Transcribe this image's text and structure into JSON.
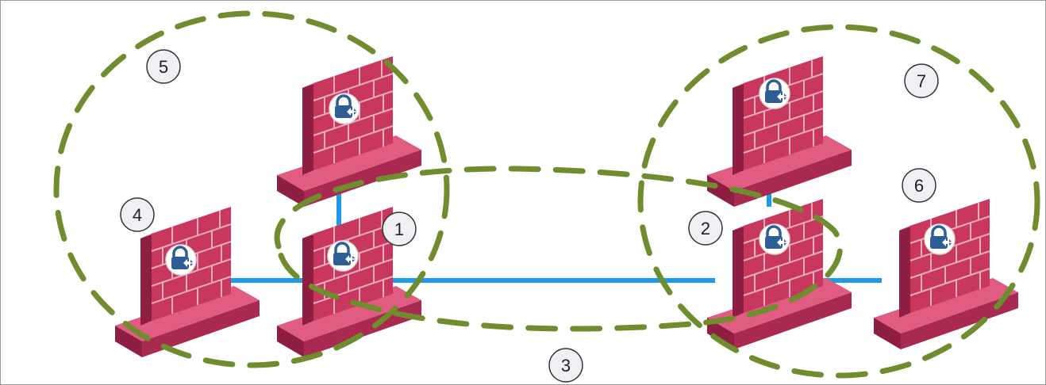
{
  "callouts": [
    {
      "id": "1",
      "label": "1"
    },
    {
      "id": "2",
      "label": "2"
    },
    {
      "id": "3",
      "label": "3"
    },
    {
      "id": "4",
      "label": "4"
    },
    {
      "id": "5",
      "label": "5"
    },
    {
      "id": "6",
      "label": "6"
    },
    {
      "id": "7",
      "label": "7"
    }
  ],
  "colors": {
    "firewall_front": "#c8385e",
    "firewall_side": "#8e1f42",
    "firewall_top": "#e05c80",
    "mortar": "#e8aabd",
    "link": "#1e9be8",
    "group_outline": "#6f8c2e",
    "lock_badge": "#2f5e96",
    "callout_fill": "#eef0f4",
    "callout_stroke": "#333333"
  },
  "icons": [
    "firewall-icon",
    "vpn-lock-icon"
  ]
}
